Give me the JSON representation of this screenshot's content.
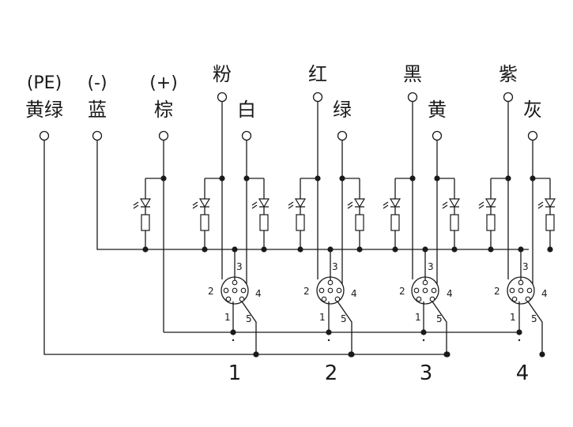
{
  "left_terminals": [
    {
      "polarity": "(PE)",
      "color": "黄绿"
    },
    {
      "polarity": "(-)",
      "color": "蓝"
    },
    {
      "polarity": "(+)",
      "color": "棕"
    }
  ],
  "channels": [
    {
      "top_color": "粉",
      "second_color": "白",
      "number": "1"
    },
    {
      "top_color": "红",
      "second_color": "绿",
      "number": "2"
    },
    {
      "top_color": "黑",
      "second_color": "黄",
      "number": "3"
    },
    {
      "top_color": "紫",
      "second_color": "灰",
      "number": "4"
    }
  ],
  "pin_labels": {
    "p1": "1",
    "p2": "2",
    "p3": "3",
    "p4": "4",
    "p5": "5"
  },
  "colors": {
    "line": "#1a1a1a",
    "background": "#ffffff"
  }
}
